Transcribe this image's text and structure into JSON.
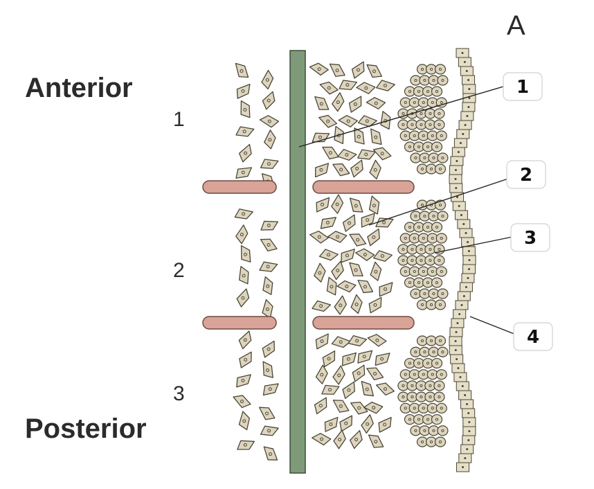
{
  "panel_letter": "A",
  "side_labels": {
    "top": "Anterior",
    "bottom": "Posterior"
  },
  "segment_numbers": [
    "1",
    "2",
    "3"
  ],
  "callouts": [
    "1",
    "2",
    "3",
    "4"
  ],
  "colors": {
    "notochord": "#7f9a78",
    "vessel": "#d9a397",
    "cell": "#ddd5be",
    "cell_outline": "#4a4537",
    "epithelium": "#e6dfc8"
  }
}
